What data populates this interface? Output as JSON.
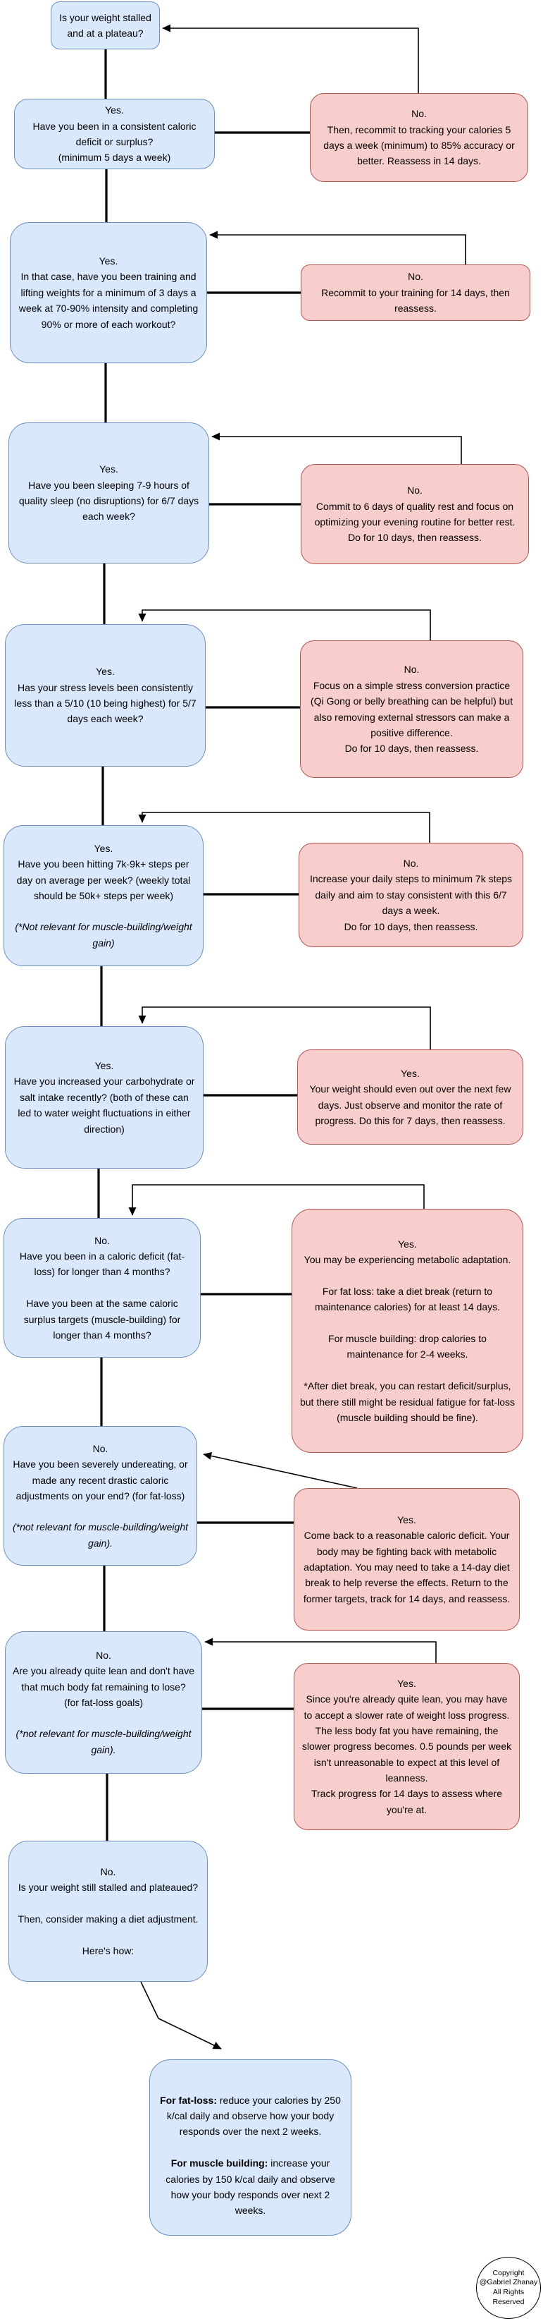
{
  "flowchart": {
    "colors": {
      "question_fill": "#dae8fc",
      "question_stroke": "#6c8ebf",
      "action_fill": "#f8cecc",
      "action_stroke": "#b85450",
      "line": "#000000"
    },
    "nodes": {
      "n1": {
        "text": "Is your weight stalled and at a plateau?"
      },
      "n2": {
        "text": "Yes.\nHave you been in a consistent caloric deficit or surplus?\n(minimum 5 days a week)"
      },
      "n3": {
        "text": "No.\nThen, recommit to tracking your calories 5 days a week (minimum) to 85% accuracy or better. Reassess in 14 days."
      },
      "n4": {
        "text": "Yes.\nIn that case, have you been training and lifting weights for a minimum of 3 days a week at 70-90% intensity and completing 90% or more of each workout?"
      },
      "n5": {
        "text": "No.\nRecommit to your training for 14 days, then reassess."
      },
      "n6": {
        "text": "Yes.\nHave you been sleeping 7-9 hours of quality sleep (no disruptions) for 6/7 days each week?"
      },
      "n7": {
        "text": "No.\nCommit to 6 days of quality rest and focus on optimizing your evening routine for better rest.\nDo for 10 days, then reassess."
      },
      "n8": {
        "text": "Yes.\nHas your stress levels been consistently less than a 5/10 (10 being highest) for 5/7 days each week?"
      },
      "n9": {
        "text": "No.\nFocus on a simple stress conversion practice (Qi Gong or belly breathing can be helpful) but also removing external stressors can make a positive difference.\nDo for 10 days, then reassess."
      },
      "n10": {
        "text": "Yes.\nHave you been hitting 7k-9k+ steps per day on average per week? (weekly total should be 50k+ steps per week)",
        "note": "(*Not relevant for muscle-building/weight gain)"
      },
      "n11": {
        "text": "No.\nIncrease your daily steps to minimum 7k steps daily and aim to stay consistent with this 6/7 days a week.\nDo for 10 days, then reassess."
      },
      "n12": {
        "text": "Yes.\nHave you increased your carbohydrate or salt intake recently? (both of these can led to water weight fluctuations in either direction)"
      },
      "n13": {
        "text": "Yes.\nYour weight should even out over the next few days. Just observe and monitor the rate of progress. Do this for 7 days, then reassess."
      },
      "n14": {
        "text": "No.\nHave you been in a caloric deficit (fat-loss) for longer than 4 months?\n\nHave you been at the same caloric surplus targets (muscle-building) for longer than 4 months?"
      },
      "n15": {
        "text": "Yes.\nYou may be experiencing metabolic adaptation.\n\nFor fat loss: take a diet break (return to maintenance calories) for at least 14 days.\n\nFor muscle building: drop calories to maintenance for 2-4 weeks.\n\n*After diet break, you can restart deficit/surplus, but there still might be residual fatigue for fat-loss (muscle building should be fine)."
      },
      "n16": {
        "text": "No.\nHave you been severely undereating, or made any recent drastic caloric adjustments on your end? (for fat-loss)",
        "note": "(*not relevant for muscle-building/weight gain)."
      },
      "n17": {
        "text": "Yes.\nCome back to a reasonable caloric deficit. Your body may be fighting back with metabolic adaptation. You may need to take a 14-day diet break to help reverse the effects. Return to the former targets, track for 14 days, and reassess."
      },
      "n18": {
        "text": "No.\nAre you already quite lean and don't have that much body fat remaining to lose? (for fat-loss goals)",
        "note": "(*not relevant for muscle-building/weight gain)."
      },
      "n19": {
        "text": "Yes.\nSince you're already quite lean, you may have to accept a slower rate of weight loss progress. The less body fat you have remaining, the slower progress becomes. 0.5 pounds per week isn't unreasonable to expect at this level of leanness.\nTrack progress for 14 days to assess where you're at."
      },
      "n20": {
        "text": "No.\nIs your weight still stalled and plateaued?\n\nThen, consider making a diet adjustment.\n\nHere's how:"
      },
      "n21": {
        "fatloss_label": "For fat-loss:",
        "fatloss_text": " reduce your calories by 250 k/cal daily and observe how your body responds over the next 2 weeks.\n\n",
        "muscle_label": "For muscle building:",
        "muscle_text": " increase your calories by 150 k/cal daily and observe how your body responds over next 2 weeks."
      }
    },
    "copyright": {
      "text": "Copyright\n@Gabriel Zhanay\nAll Rights\nReserved"
    }
  }
}
